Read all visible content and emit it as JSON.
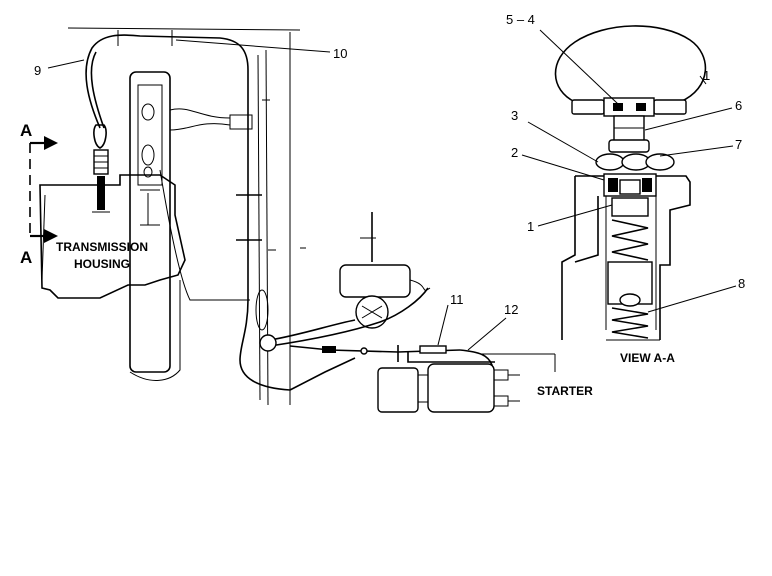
{
  "callouts": {
    "n1_top": "1",
    "n1_lower": "1",
    "n2": "2",
    "n3": "3",
    "n5_4": "5 – 4",
    "n6": "6",
    "n7": "7",
    "n8": "8",
    "n9": "9",
    "n10": "10",
    "n11": "11",
    "n12": "12"
  },
  "section_markers": {
    "top": "A",
    "bottom": "A"
  },
  "labels": {
    "transmission_line1": "TRANSMISSION",
    "transmission_line2": "HOUSING",
    "starter": "STARTER",
    "view": "VIEW  A-A"
  }
}
